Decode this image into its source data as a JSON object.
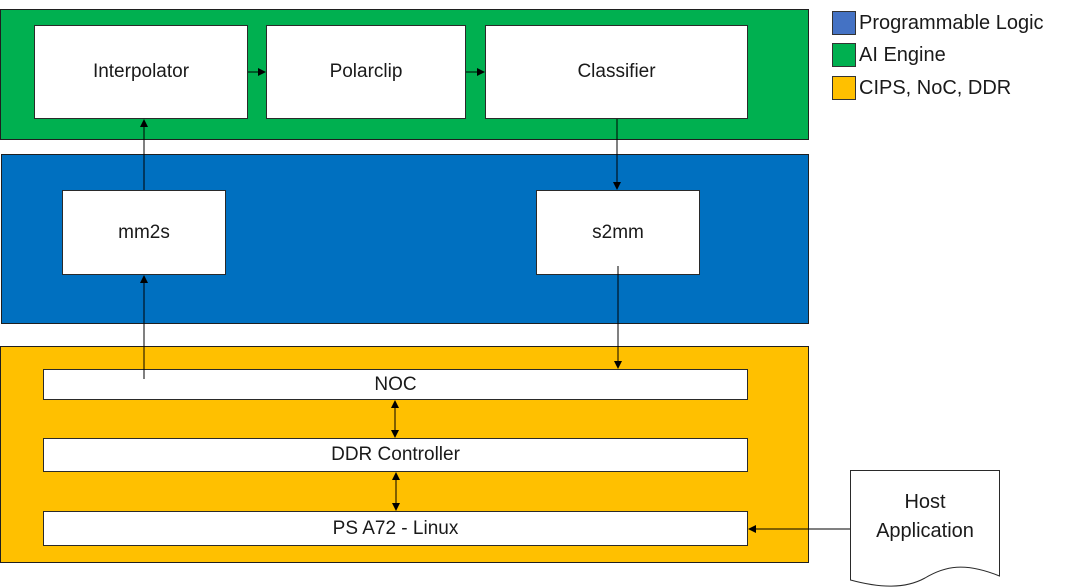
{
  "colors": {
    "ai_engine": "#00B050",
    "programmable_logic": "#0070C0",
    "cips": "#FFC000",
    "legend_pl_swatch": "#4472C4"
  },
  "legend": [
    {
      "label": "Programmable Logic",
      "color": "#4472C4"
    },
    {
      "label": "AI Engine",
      "color": "#00B050"
    },
    {
      "label": "CIPS, NoC, DDR",
      "color": "#FFC000"
    }
  ],
  "ai_engine": {
    "blocks": [
      "Interpolator",
      "Polarclip",
      "Classifier"
    ]
  },
  "pl": {
    "blocks": [
      "mm2s",
      "s2mm"
    ]
  },
  "cips": {
    "bars": [
      "NOC",
      "DDR Controller",
      "PS A72 - Linux"
    ]
  },
  "host": {
    "line1": "Host",
    "line2": "Application"
  }
}
